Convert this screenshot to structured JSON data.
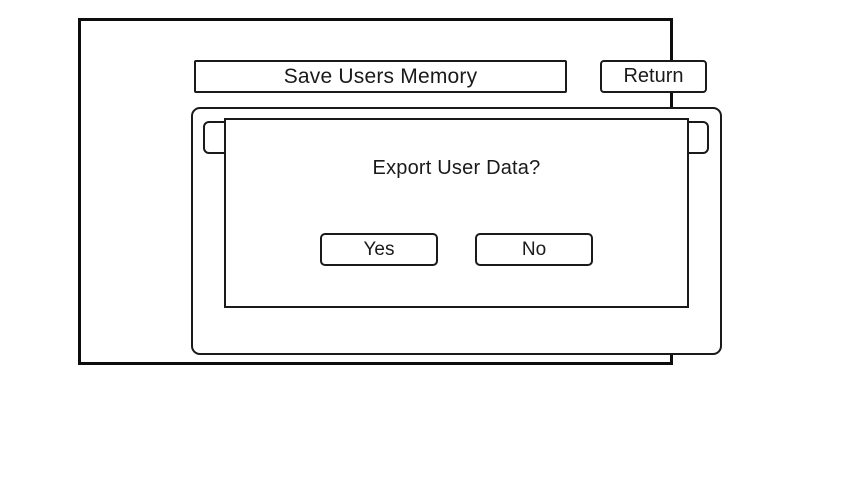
{
  "header": {
    "title": "Save Users Memory",
    "return_label": "Return"
  },
  "dialog": {
    "title": "Export User Data?",
    "yes_label": "Yes",
    "no_label": "No"
  },
  "colors": {
    "line": "#1a1a1a",
    "frame": "#0d0d0d",
    "background": "#ffffff"
  }
}
